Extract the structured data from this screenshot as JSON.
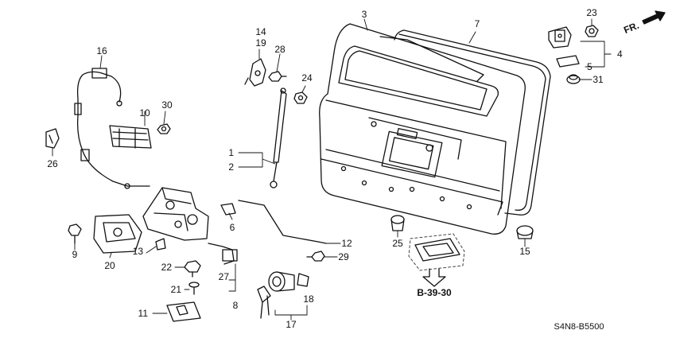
{
  "diagram": {
    "direction_label": "FR.",
    "reference_label": "B-39-30",
    "diagram_code": "S4N8-B5500",
    "callouts": {
      "c1": "1",
      "c2": "2",
      "c3": "3",
      "c4": "4",
      "c5": "5",
      "c6": "6",
      "c7": "7",
      "c8": "8",
      "c9": "9",
      "c10": "10",
      "c11": "11",
      "c12": "12",
      "c13": "13",
      "c14": "14",
      "c15": "15",
      "c16": "16",
      "c17": "17",
      "c18": "18",
      "c19": "19",
      "c20": "20",
      "c21": "21",
      "c22": "22",
      "c23": "23",
      "c24": "24",
      "c25": "25",
      "c26": "26",
      "c27": "27",
      "c28": "28",
      "c29": "29",
      "c30": "30",
      "c31": "31"
    }
  }
}
